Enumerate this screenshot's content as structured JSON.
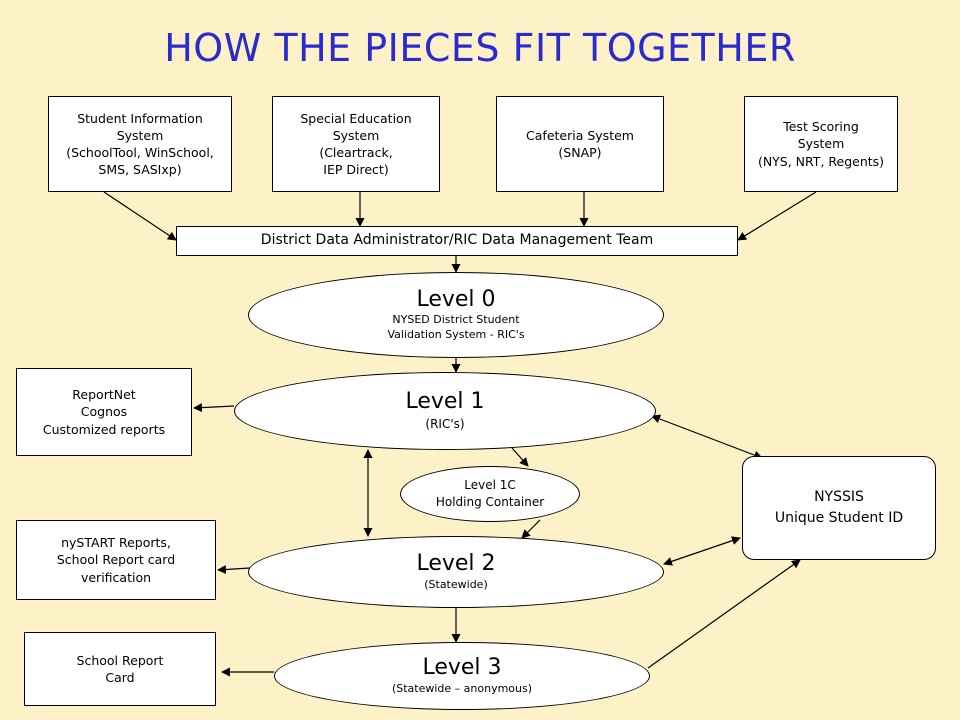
{
  "title": "HOW THE PIECES FIT TOGETHER",
  "sources": [
    {
      "lines": [
        "Student Information",
        "System",
        "(SchoolTool, WinSchool,",
        "SMS, SASIxp)"
      ]
    },
    {
      "lines": [
        "Special Education",
        "System",
        "(Cleartrack,",
        "IEP Direct)"
      ]
    },
    {
      "lines": [
        "Cafeteria System",
        "(SNAP)"
      ]
    },
    {
      "lines": [
        "Test Scoring",
        "System",
        "(NYS, NRT, Regents)"
      ]
    }
  ],
  "admin_bar": "District Data Administrator/RIC Data Management Team",
  "levels": {
    "level0": {
      "title": "Level 0",
      "sub": [
        "NYSED  District Student",
        "Validation System  - RIC's"
      ]
    },
    "level1": {
      "title": "Level 1",
      "sub": [
        "(RIC's)"
      ]
    },
    "level1c": {
      "lines": [
        "Level 1C",
        "Holding Container"
      ]
    },
    "level2": {
      "title": "Level 2",
      "sub": [
        "(Statewide)"
      ]
    },
    "level3": {
      "title": "Level 3",
      "sub": [
        "(Statewide – anonymous)"
      ]
    }
  },
  "reports": {
    "reportnet": {
      "lines": [
        "ReportNet",
        "Cognos",
        "Customized reports"
      ]
    },
    "nystart": {
      "lines": [
        "nySTART Reports,",
        "School Report card",
        "verification"
      ]
    },
    "school_report_card": {
      "lines": [
        "School Report",
        "Card"
      ]
    }
  },
  "nyssis": {
    "lines": [
      "NYSSIS",
      "Unique Student ID"
    ]
  },
  "colors": {
    "background": "#fdf2c7",
    "title": "#2a2ad0",
    "box": "#ffffff",
    "line": "#000000"
  }
}
